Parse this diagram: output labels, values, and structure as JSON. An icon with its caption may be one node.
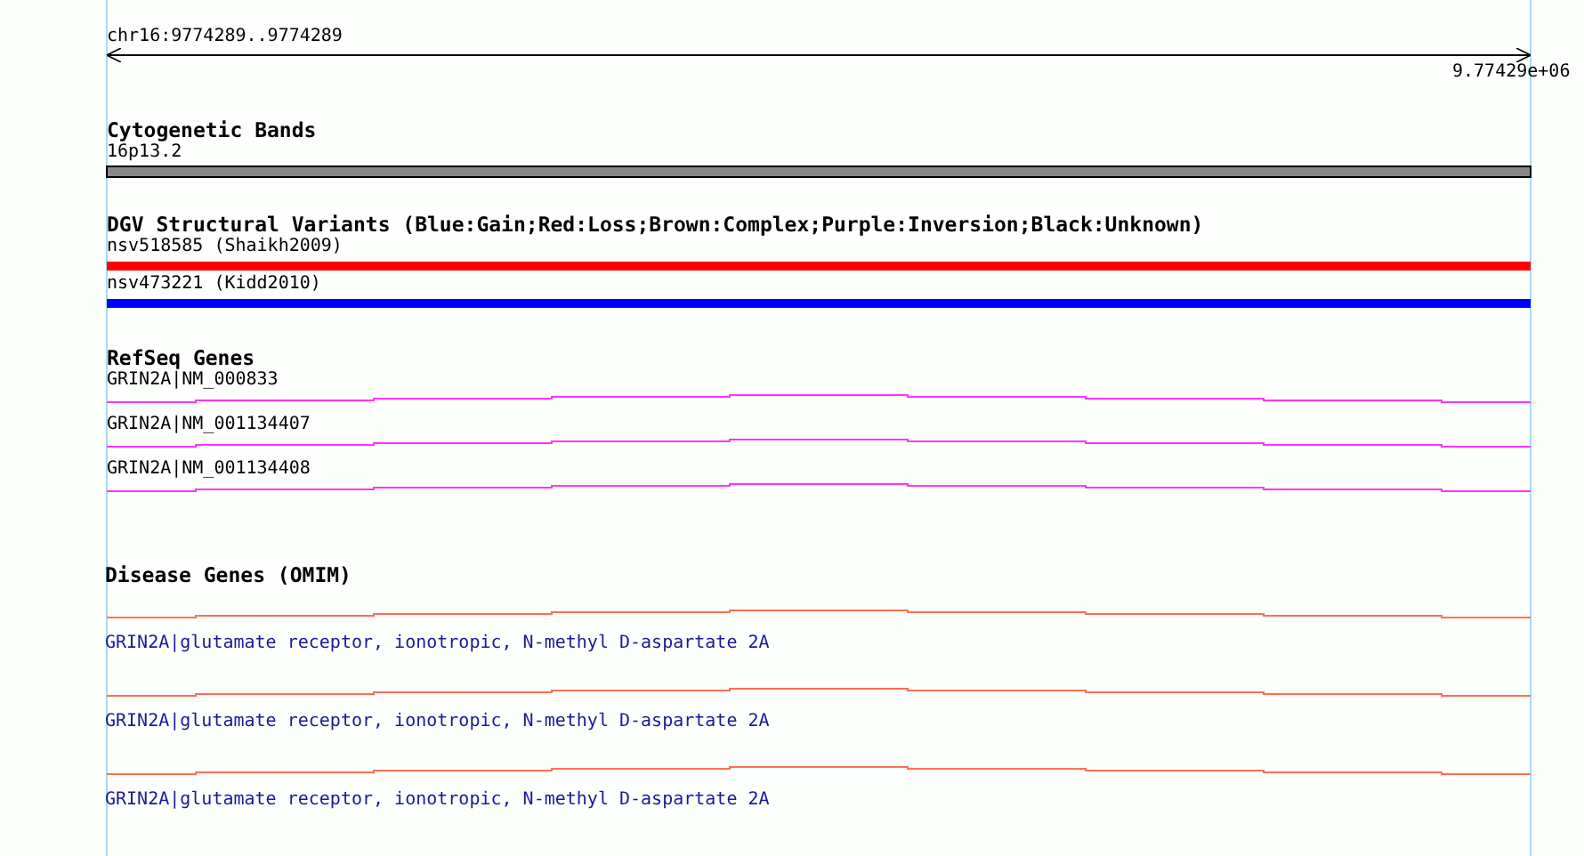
{
  "diagram": {
    "labels": [
      "chr16:9774289..9774289",
      "9.77429e+06",
      "Cytogenetic Bands",
      "16p13.2",
      "DGV Structural Variants (Blue:Gain;Red:Loss;Brown:Complex;Purple:Inversion;Black:Unknown)",
      "nsv518585 (Shaikh2009)",
      "nsv473221 (Kidd2010)",
      "RefSeq Genes",
      "GRIN2A|NM_000833",
      "GRIN2A|NM_001134407",
      "GRIN2A|NM_001134408",
      "Disease Genes (OMIM)",
      "GRIN2A|glutamate receptor, ionotropic, N-methyl D-aspartate 2A",
      "GRIN2A|glutamate receptor, ionotropic, N-methyl D-aspartate 2A",
      "GRIN2A|glutamate receptor, ionotropic, N-methyl D-aspartate 2A"
    ]
  }
}
